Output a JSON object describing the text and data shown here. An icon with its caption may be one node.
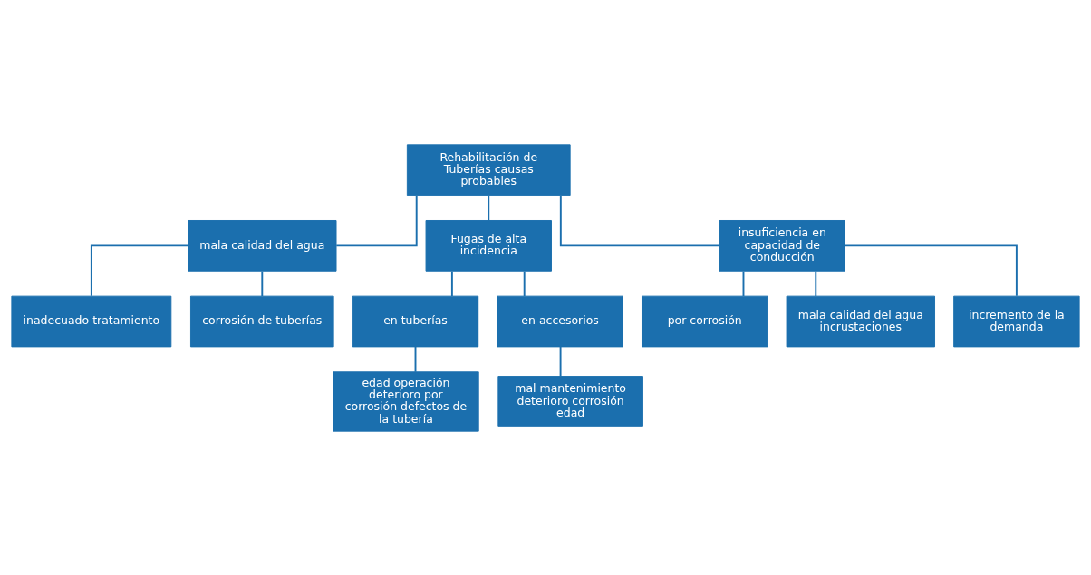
{
  "diagram": {
    "nodes": [
      {
        "text": [
          "Rehabilitación de Tuberías causas probables"
        ]
      },
      {
        "text": [
          "mala calidad del agua"
        ]
      },
      {
        "text": [
          "Fugas de alta incidencia"
        ]
      },
      {
        "text": [
          "insuficiencia en capacidad de conducción"
        ]
      },
      {
        "text": [
          "inadecuado tratamiento"
        ]
      },
      {
        "text": [
          "corrosión de tuberías"
        ]
      },
      {
        "text": [
          "en tuberías"
        ]
      },
      {
        "text": [
          "edad operación deterioro por corrosión defectos de la tubería"
        ]
      },
      {
        "text": [
          "en accesorios"
        ]
      },
      {
        "text": [
          "mal mantenimiento deterioro corrosión edad"
        ]
      },
      {
        "text": [
          "por corrosión"
        ]
      },
      {
        "text": [
          "mala calidad del agua incrustaciones"
        ]
      },
      {
        "text": [
          "incremento de la demanda"
        ]
      }
    ],
    "edges": [
      {
        "from": 0,
        "to": 1,
        "arrow": "none"
      },
      {
        "from": 0,
        "to": 2,
        "arrow": "none"
      },
      {
        "from": 0,
        "to": 3,
        "arrow": "none"
      },
      {
        "from": 1,
        "to": 4,
        "arrow": "none"
      },
      {
        "from": 1,
        "to": 5,
        "arrow": "none"
      },
      {
        "from": 2,
        "to": 6,
        "arrow": "none"
      },
      {
        "from": 2,
        "to": 8,
        "arrow": "none"
      },
      {
        "from": 6,
        "to": 7,
        "arrow": "none"
      },
      {
        "from": 8,
        "to": 9,
        "arrow": "none"
      },
      {
        "from": 3,
        "to": 10,
        "arrow": "none"
      },
      {
        "from": 3,
        "to": 11,
        "arrow": "none"
      },
      {
        "from": 3,
        "to": 12,
        "arrow": "none"
      }
    ]
  }
}
